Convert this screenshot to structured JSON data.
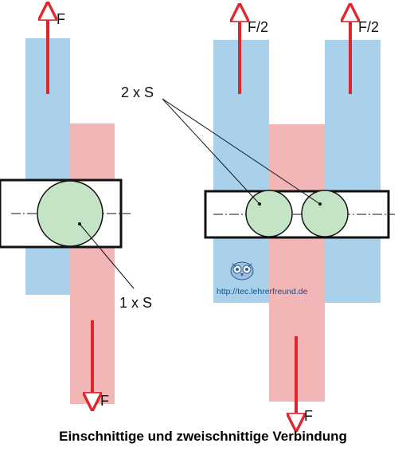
{
  "caption": "Einschnittige und zweischnittige Verbindung",
  "left_joint": {
    "force_top": "F",
    "force_bottom": "F",
    "shear_label": "1 x S"
  },
  "right_joint": {
    "force_top_left": "F/2",
    "force_top_right": "F/2",
    "force_bottom": "F",
    "shear_label": "2 x S"
  },
  "watermark": {
    "url": "http://tec.lehrerfreund.de"
  },
  "colors": {
    "outer_plate": "#a9d1ec",
    "inner_plate": "#f3b6b6",
    "bolt": "#c5e3c5",
    "force_arrow": "#e0262a",
    "joint_box": "#ffffff"
  },
  "icons": [
    "force-arrow-icon",
    "owl-logo-icon"
  ]
}
